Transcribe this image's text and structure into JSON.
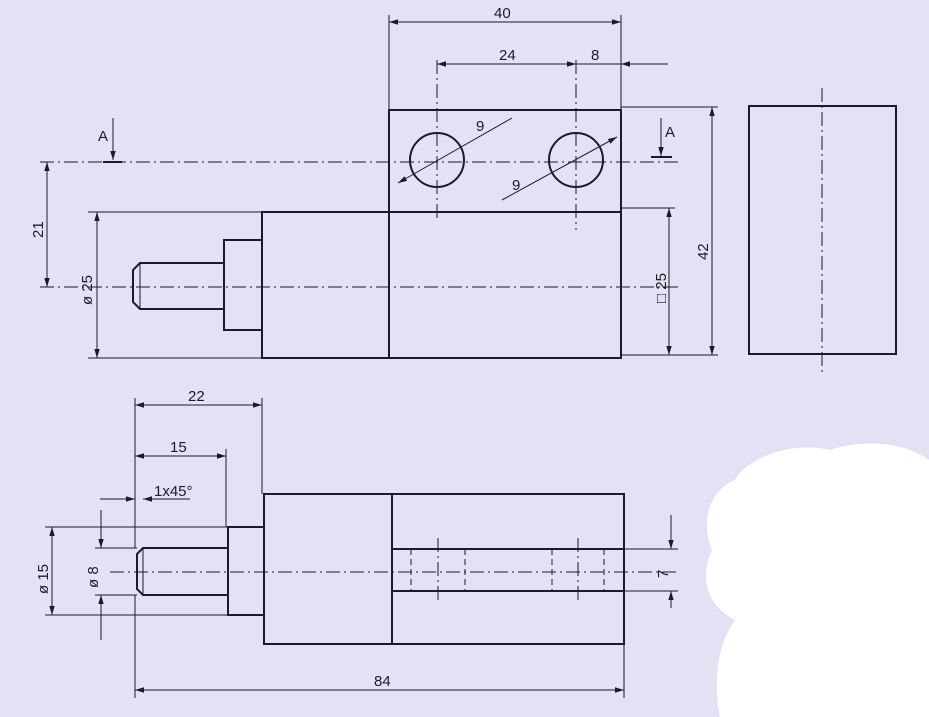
{
  "dimensions": {
    "top_width": "40",
    "hole_spacing": "24",
    "hole_edge": "8",
    "hole_dia_left": "9",
    "hole_dia_right": "9",
    "height_21": "21",
    "dia_25": "ø 25",
    "square_25": "□ 25",
    "height_42": "42",
    "len_22": "22",
    "len_15": "15",
    "chamfer": "1x45°",
    "dia_15": "ø 15",
    "dia_8": "ø 8",
    "slot_7": "7",
    "total_84": "84"
  },
  "section_marks": {
    "left": "A",
    "right": "A"
  },
  "colors": {
    "paper": "#e3e1f3",
    "ink": "#1b1b28"
  }
}
